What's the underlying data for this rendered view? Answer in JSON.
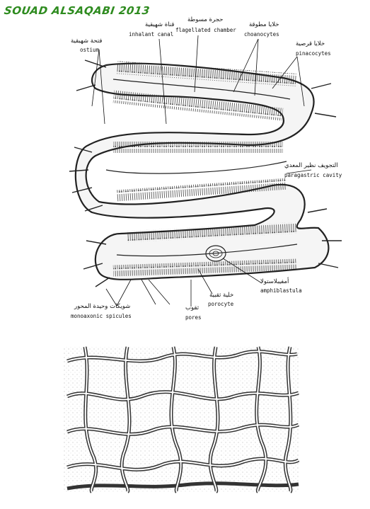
{
  "credit": "SOUAD ALSAQABI 2013",
  "labels": {
    "ostium_ar": "فتحة شهيقية",
    "ostium_en": "ostium",
    "inhalant_canal_ar": "قناة شهيقية",
    "inhalant_canal_en": "inhalant canal",
    "flagellated_chamber_ar": "حجرة مسوطة",
    "flagellated_chamber_en": "flagellated chamber",
    "choanocytes_ar": "خلايا مطوقة",
    "choanocytes_en": "choanocytes",
    "pinacocytes_ar": "خلايا قرصية",
    "pinacocytes_en": "pinacocytes",
    "paragastric_ar": "التجويف نظير المعدي",
    "paragastric_en": "paragastric cavity",
    "amphiblastula_ar": "أمفيبلاستولا",
    "amphiblastula_en": "amphiblastula",
    "porocyte_ar": "خلية ثقبية",
    "porocyte_en": "porocyte",
    "pores_ar": "ثقوب",
    "pores_en": "pores",
    "spicules_ar": "شويكات وحيدة المحور",
    "spicules_en": "monoaxonic spicules"
  },
  "colors": {
    "credit": "#2e8b1f",
    "ink": "#1a1a1a"
  }
}
